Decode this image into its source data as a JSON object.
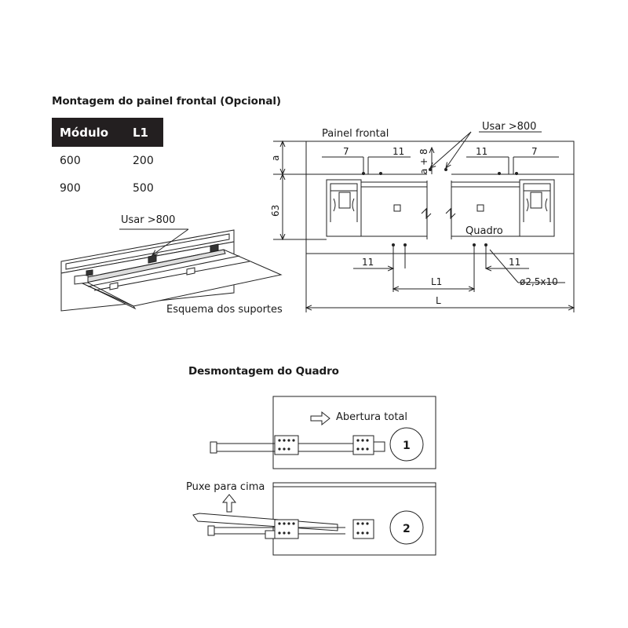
{
  "montagem": {
    "title": "Montagem do painel frontal (Opcional)",
    "table": {
      "headers": [
        "Módulo",
        "L1"
      ],
      "rows": [
        [
          "600",
          "200"
        ],
        [
          "900",
          "500"
        ]
      ]
    },
    "schema": {
      "usar_label": "Usar >800",
      "caption": "Esquema dos suportes"
    },
    "drawing": {
      "painel_label": "Painel frontal",
      "usar_label": "Usar  >800",
      "quadro_label": "Quadro",
      "dim_a": "a",
      "dim_a8": "a + 8",
      "dim_63": "63",
      "dim_7": "7",
      "dim_11": "11",
      "dim_L1": "L1",
      "dim_L": "L",
      "hole_label": "ø2,5x10"
    }
  },
  "desmontagem": {
    "title": "Desmontagem do Quadro",
    "step1": {
      "label": "Abertura total",
      "number": "1"
    },
    "step2": {
      "label": "Puxe para cima",
      "number": "2"
    }
  }
}
